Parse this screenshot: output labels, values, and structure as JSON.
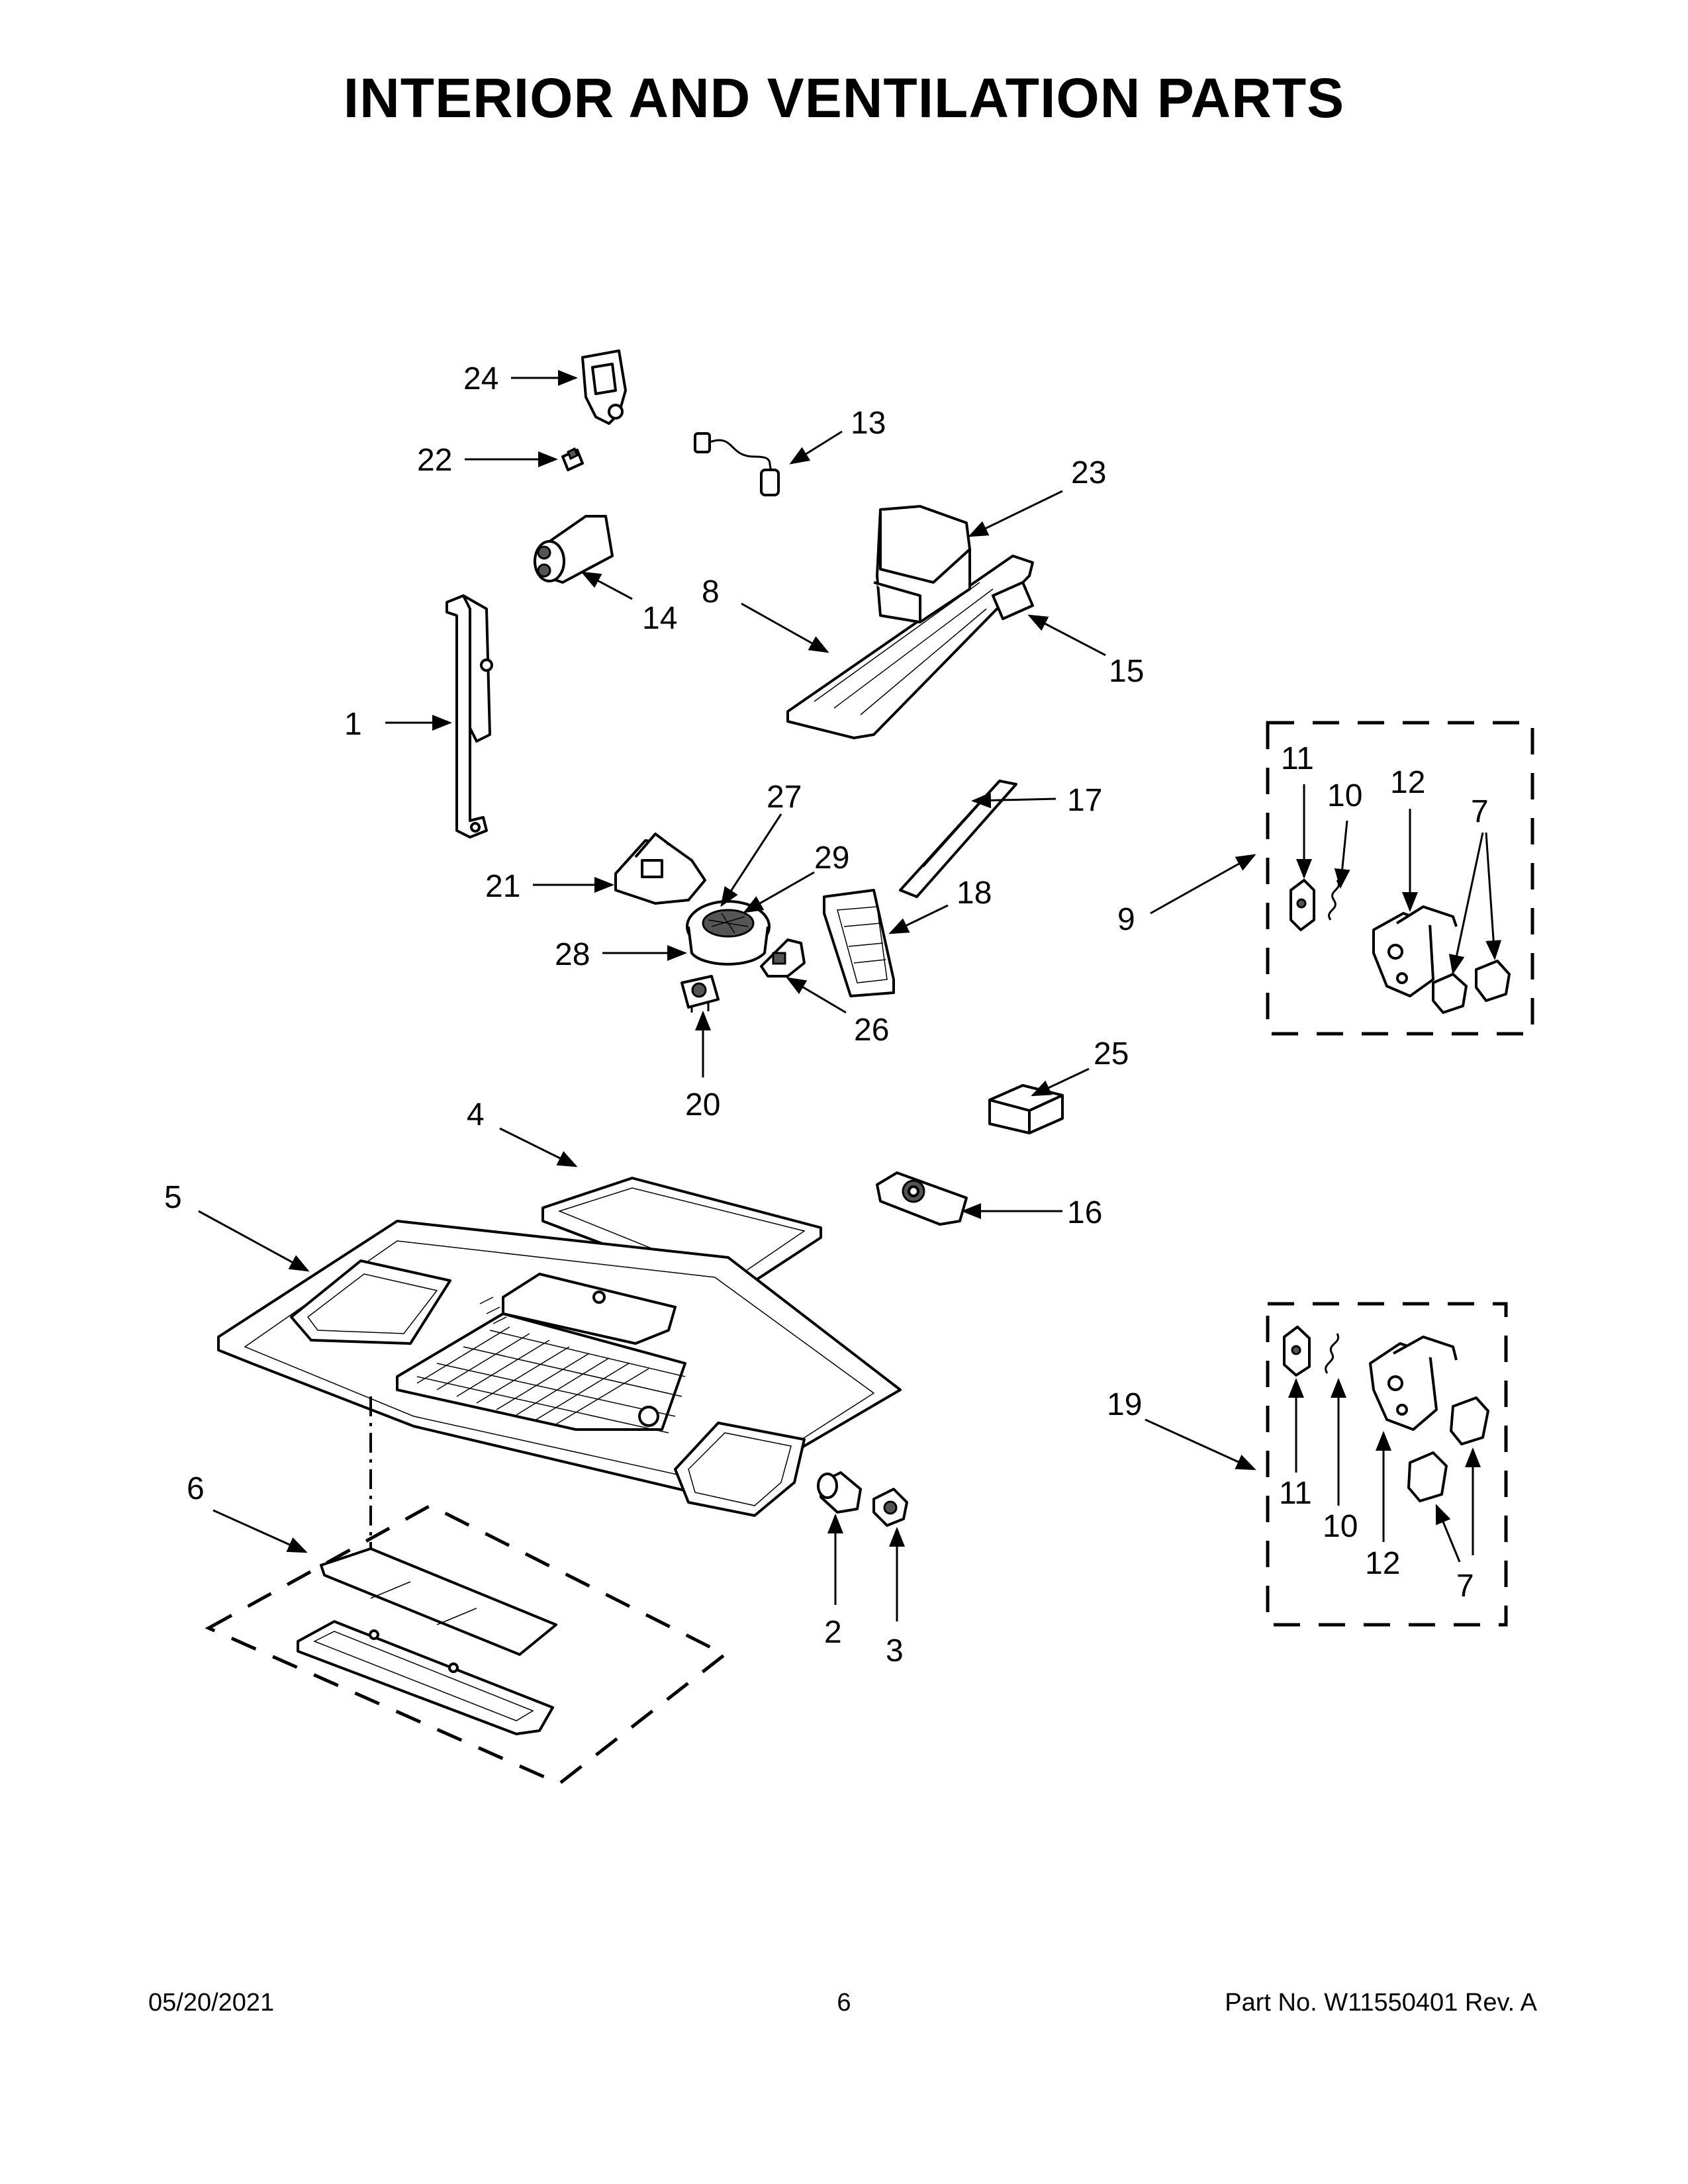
{
  "title": "INTERIOR AND VENTILATION PARTS",
  "footer": {
    "date": "05/20/2021",
    "page": "6",
    "part_no": "Part No.  W11550401   Rev.  A"
  },
  "callouts": {
    "c1": "1",
    "c2": "2",
    "c3": "3",
    "c4": "4",
    "c5": "5",
    "c6": "6",
    "c7a": "7",
    "c7b": "7",
    "c8": "8",
    "c9": "9",
    "c10a": "10",
    "c10b": "10",
    "c11a": "11",
    "c11b": "11",
    "c12a": "12",
    "c12b": "12",
    "c13": "13",
    "c14": "14",
    "c15": "15",
    "c16": "16",
    "c17": "17",
    "c18": "18",
    "c19": "19",
    "c20": "20",
    "c21": "21",
    "c22": "22",
    "c23": "23",
    "c24": "24",
    "c25": "25",
    "c26": "26",
    "c27": "27",
    "c28": "28",
    "c29": "29"
  }
}
